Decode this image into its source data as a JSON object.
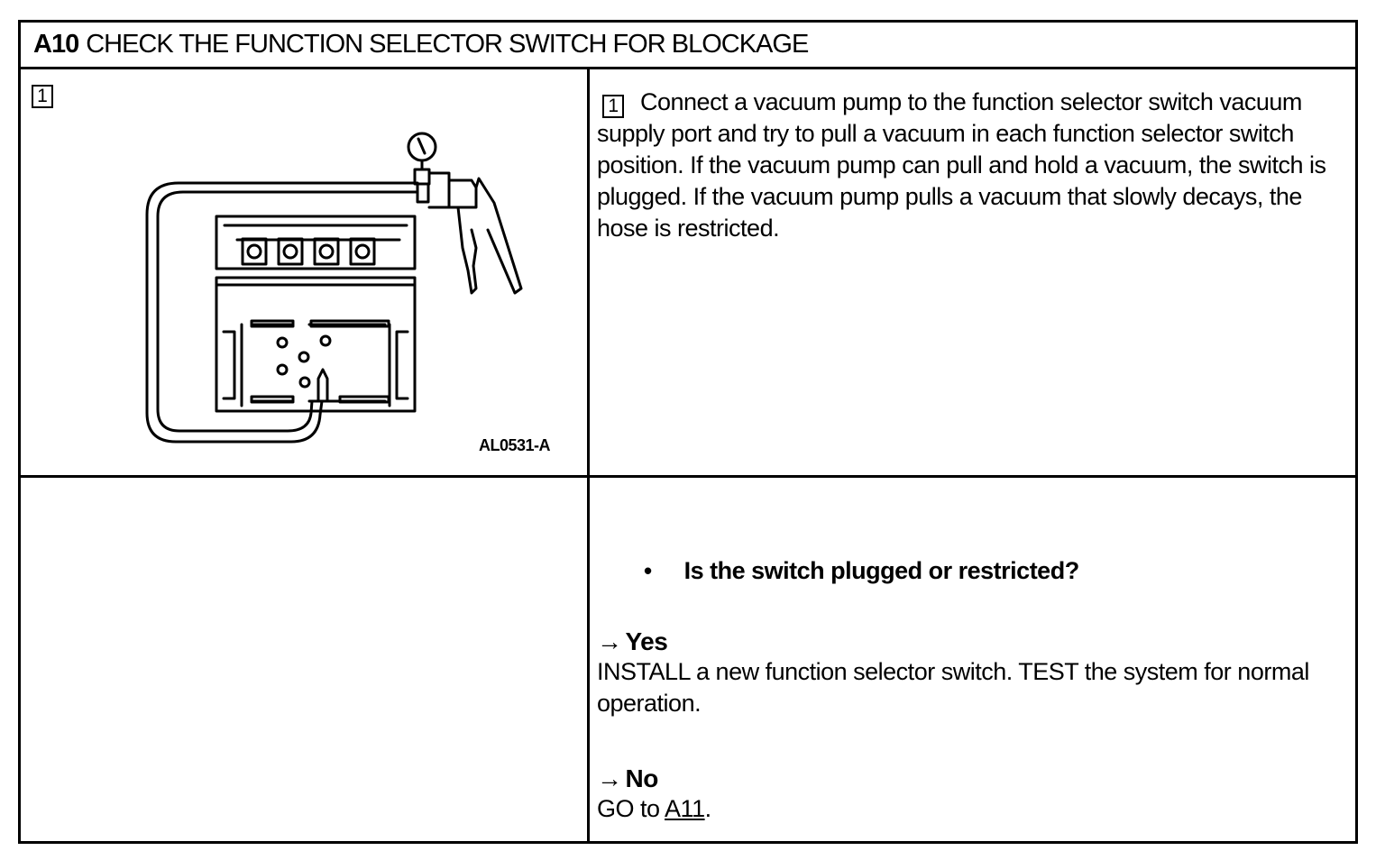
{
  "header": {
    "step_id": "A10",
    "title": "CHECK THE FUNCTION SELECTOR SWITCH FOR BLOCKAGE"
  },
  "figure": {
    "step_number": "1",
    "code": "AL0531-A"
  },
  "instruction": {
    "step_number": "1",
    "text": "Connect a vacuum pump to the function selector switch vacuum supply port and try to pull a vacuum in each function selector switch position. If the vacuum pump can pull and hold a vacuum, the switch is plugged. If the vacuum pump pulls a vacuum that slowly decays, the hose is restricted."
  },
  "question": {
    "bullet": "•",
    "text": "Is the switch plugged or restricted?"
  },
  "answers": {
    "arrow": "→",
    "yes_label": "Yes",
    "yes_text": "INSTALL a new function selector switch. TEST the system for normal operation.",
    "no_label": "No",
    "no_prefix": "GO to ",
    "no_link": "A11",
    "no_suffix": "."
  }
}
